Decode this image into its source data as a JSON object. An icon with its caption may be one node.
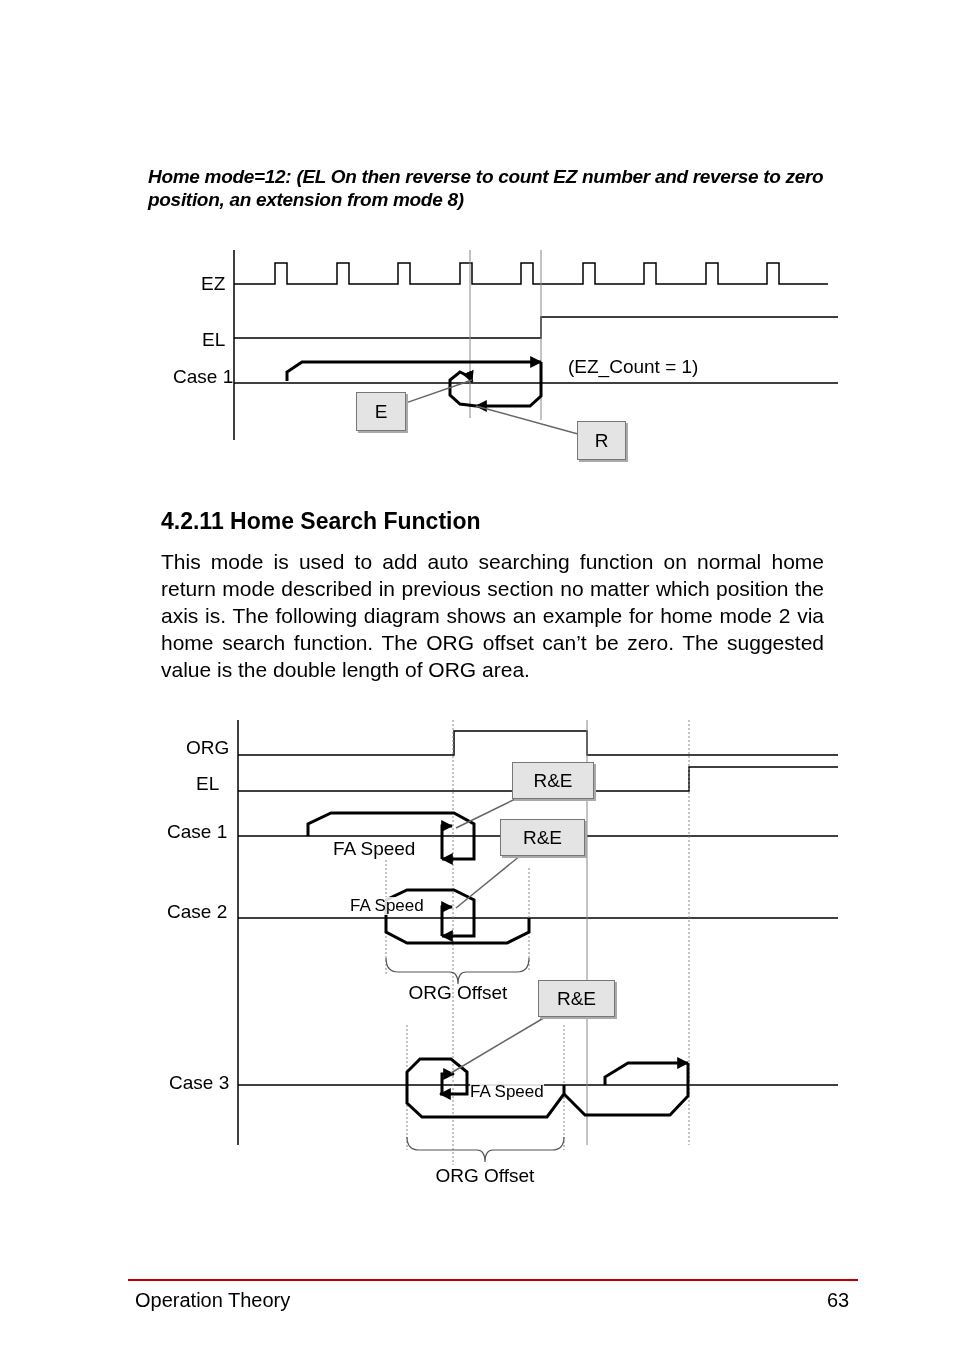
{
  "diagram": {
    "nodes": [
      {
        "text": [
          "E"
        ]
      },
      {
        "text": [
          "R"
        ]
      },
      {
        "text": [
          "R&E"
        ]
      },
      {
        "text": [
          "R&E"
        ]
      },
      {
        "text": [
          "R&E"
        ]
      }
    ],
    "edges": [
      {
        "from": 0,
        "to": null,
        "arrow": "none"
      },
      {
        "from": 1,
        "to": null,
        "arrow": "none"
      },
      {
        "from": 2,
        "to": null,
        "arrow": "none"
      },
      {
        "from": 3,
        "to": null,
        "arrow": "none"
      },
      {
        "from": 4,
        "to": null,
        "arrow": "none"
      }
    ],
    "labels": [
      "Home mode=12: (EL On then reverse to count EZ number and reverse to zero position, an extension from mode 8)",
      "EZ",
      "EL",
      "Case 1",
      "(EZ_Count = 1)",
      "4.2.11  Home Search Function",
      "This mode is used to add auto searching function on normal home return mode described in previous section no matter which position the axis is. The following diagram shows an example for home mode 2 via home search function. The ORG offset can’t be zero. The suggested value is the double length of ORG area.",
      "ORG",
      "EL",
      "Case 1",
      "FA Speed",
      "Case 2",
      "FA Speed",
      "ORG Offset",
      "Case 3",
      "FA Speed",
      "ORG Offset",
      "Operation Theory",
      "63"
    ]
  }
}
